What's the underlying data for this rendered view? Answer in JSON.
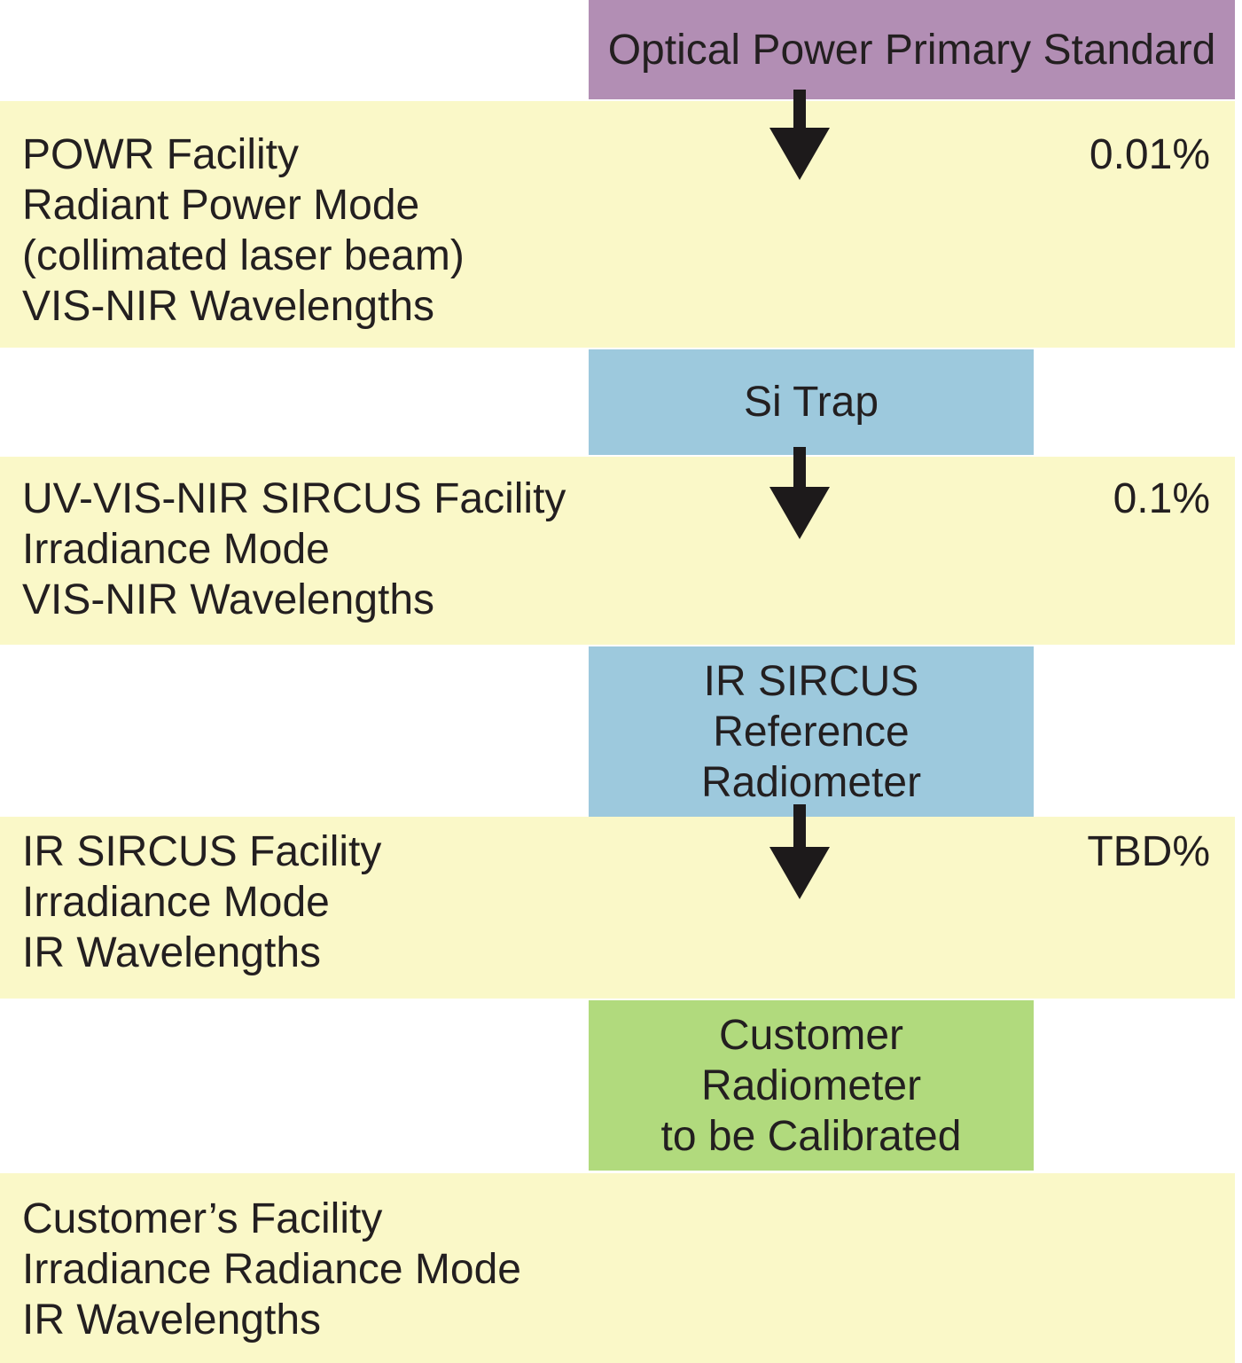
{
  "palette": {
    "primary_standard_box": "#b28eb4",
    "reference_box": "#9dc9dd",
    "customer_box": "#b1da7d",
    "facility_band": "#faf8c8",
    "arrow": "#1d1a1b",
    "text": "#231f20"
  },
  "nodes": {
    "primary_standard": {
      "label": "Optical Power Primary Standard"
    },
    "si_trap": {
      "label": "Si Trap"
    },
    "ir_sircus_radiometer": {
      "lines": [
        "IR SIRCUS",
        "Reference",
        "Radiometer"
      ]
    },
    "customer_radiometer": {
      "lines": [
        "Customer",
        "Radiometer",
        "to be Calibrated"
      ]
    }
  },
  "bands": [
    {
      "lines": [
        "POWR Facility",
        "Radiant Power Mode",
        "(collimated laser beam)",
        "VIS-NIR Wavelengths"
      ],
      "uncertainty": "0.01%"
    },
    {
      "lines": [
        "UV-VIS-NIR SIRCUS Facility",
        "Irradiance Mode",
        "VIS-NIR Wavelengths"
      ],
      "uncertainty": "0.1%"
    },
    {
      "lines": [
        "IR SIRCUS Facility",
        "Irradiance Mode",
        "IR Wavelengths"
      ],
      "uncertainty": "TBD%"
    },
    {
      "lines": [
        "Customer’s Facility",
        "Irradiance Radiance Mode",
        "IR Wavelengths"
      ]
    }
  ]
}
